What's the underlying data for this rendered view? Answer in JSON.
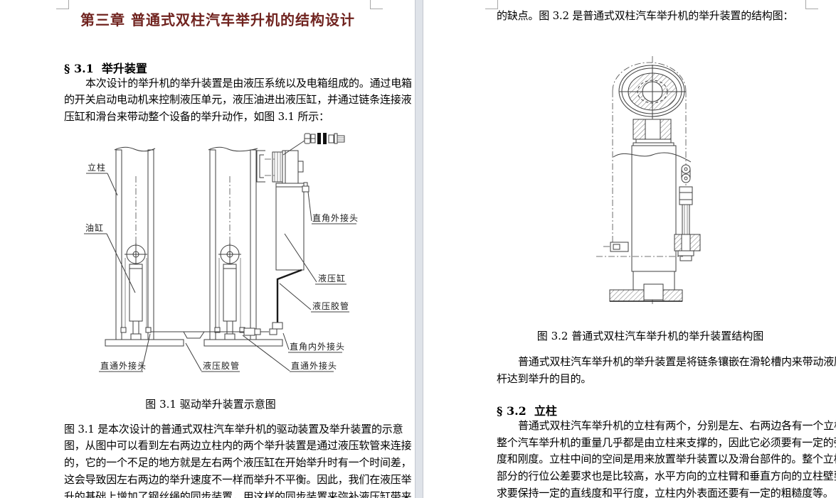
{
  "colors": {
    "title": "#70231f",
    "body_text": "#000000",
    "page_gap": "#dfe3e9"
  },
  "left_page": {
    "title": "第三章 普通式双柱汽车举升机的结构设计",
    "section_heading": "§ 3.1  举升装置",
    "para1_lines": [
      "本次设计的举升机的举升装置是由液压系统以及电箱组成的。通过电箱",
      "的开关启动电动机来控制液压单元，液压油进出液压缸，并通过链条连接液",
      "压缸和滑台来带动整个设备的举升动作，如图 3.1 所示："
    ],
    "figure1": {
      "caption": "图 3.1 驱动举升装置示意图",
      "labels": {
        "lizhu": "立柱",
        "yougang": "油缸",
        "zhijiao_wai": "直角外接头",
        "yeyagang": "液压缸",
        "yeyajiaoguan_right": "液压胶管",
        "zhijiao_neiwai": "直角内外接头",
        "zhitong_wai_left": "直通外接头",
        "yeyajiaoguan_bottom": "液压胶管",
        "zhitong_wai_right": "直通外接头"
      }
    },
    "para2_lines": [
      "图 3.1 是本次设计的普通式双柱汽车举升机的驱动装置及举升装置的示意",
      "图，从图中可以看到左右两边立柱内的两个举升装置是通过液压软管来连接",
      "的，它的一个不足的地方就是左右两个液压缸在开始举升时有一个时间差，",
      "这会导致因左右两边的举升速度不一样而举升不平衡。因此，我们在液压举",
      "升的基础上增加了钢丝绳的同步装置，用这样的同步装置来弥补液压缸带来"
    ]
  },
  "right_page": {
    "intro_line": "的缺点。图 3.2 是普通式双柱汽车举升机的举升装置的结构图：",
    "figure2": {
      "caption": "图 3.2 普通式双柱汽车举升机的举升装置结构图"
    },
    "para1_lines": [
      "普通式双柱汽车举升机的举升装置是将链条镶嵌在滑轮槽内来带动液压",
      "杆达到举升的目的。"
    ],
    "section_heading": "§ 3.2  立柱",
    "para2_lines": [
      "普通式双柱汽车举升机的立柱有两个，分别是左、右两边各有一个立柱。",
      "整个汽车举升机的重量几乎都是由立柱来支撑的，因此它必须要有一定的强",
      "度和刚度。立柱中间的空间是用来放置举升装置以及滑台部件的。整个立柱",
      "部分的行位公差要求也是比较高，水平方向的立柱臂和垂直方向的立柱壁要",
      "求要保持一定的直线度和平行度，立柱内外表面还要有一定的粗糙度等。"
    ]
  }
}
